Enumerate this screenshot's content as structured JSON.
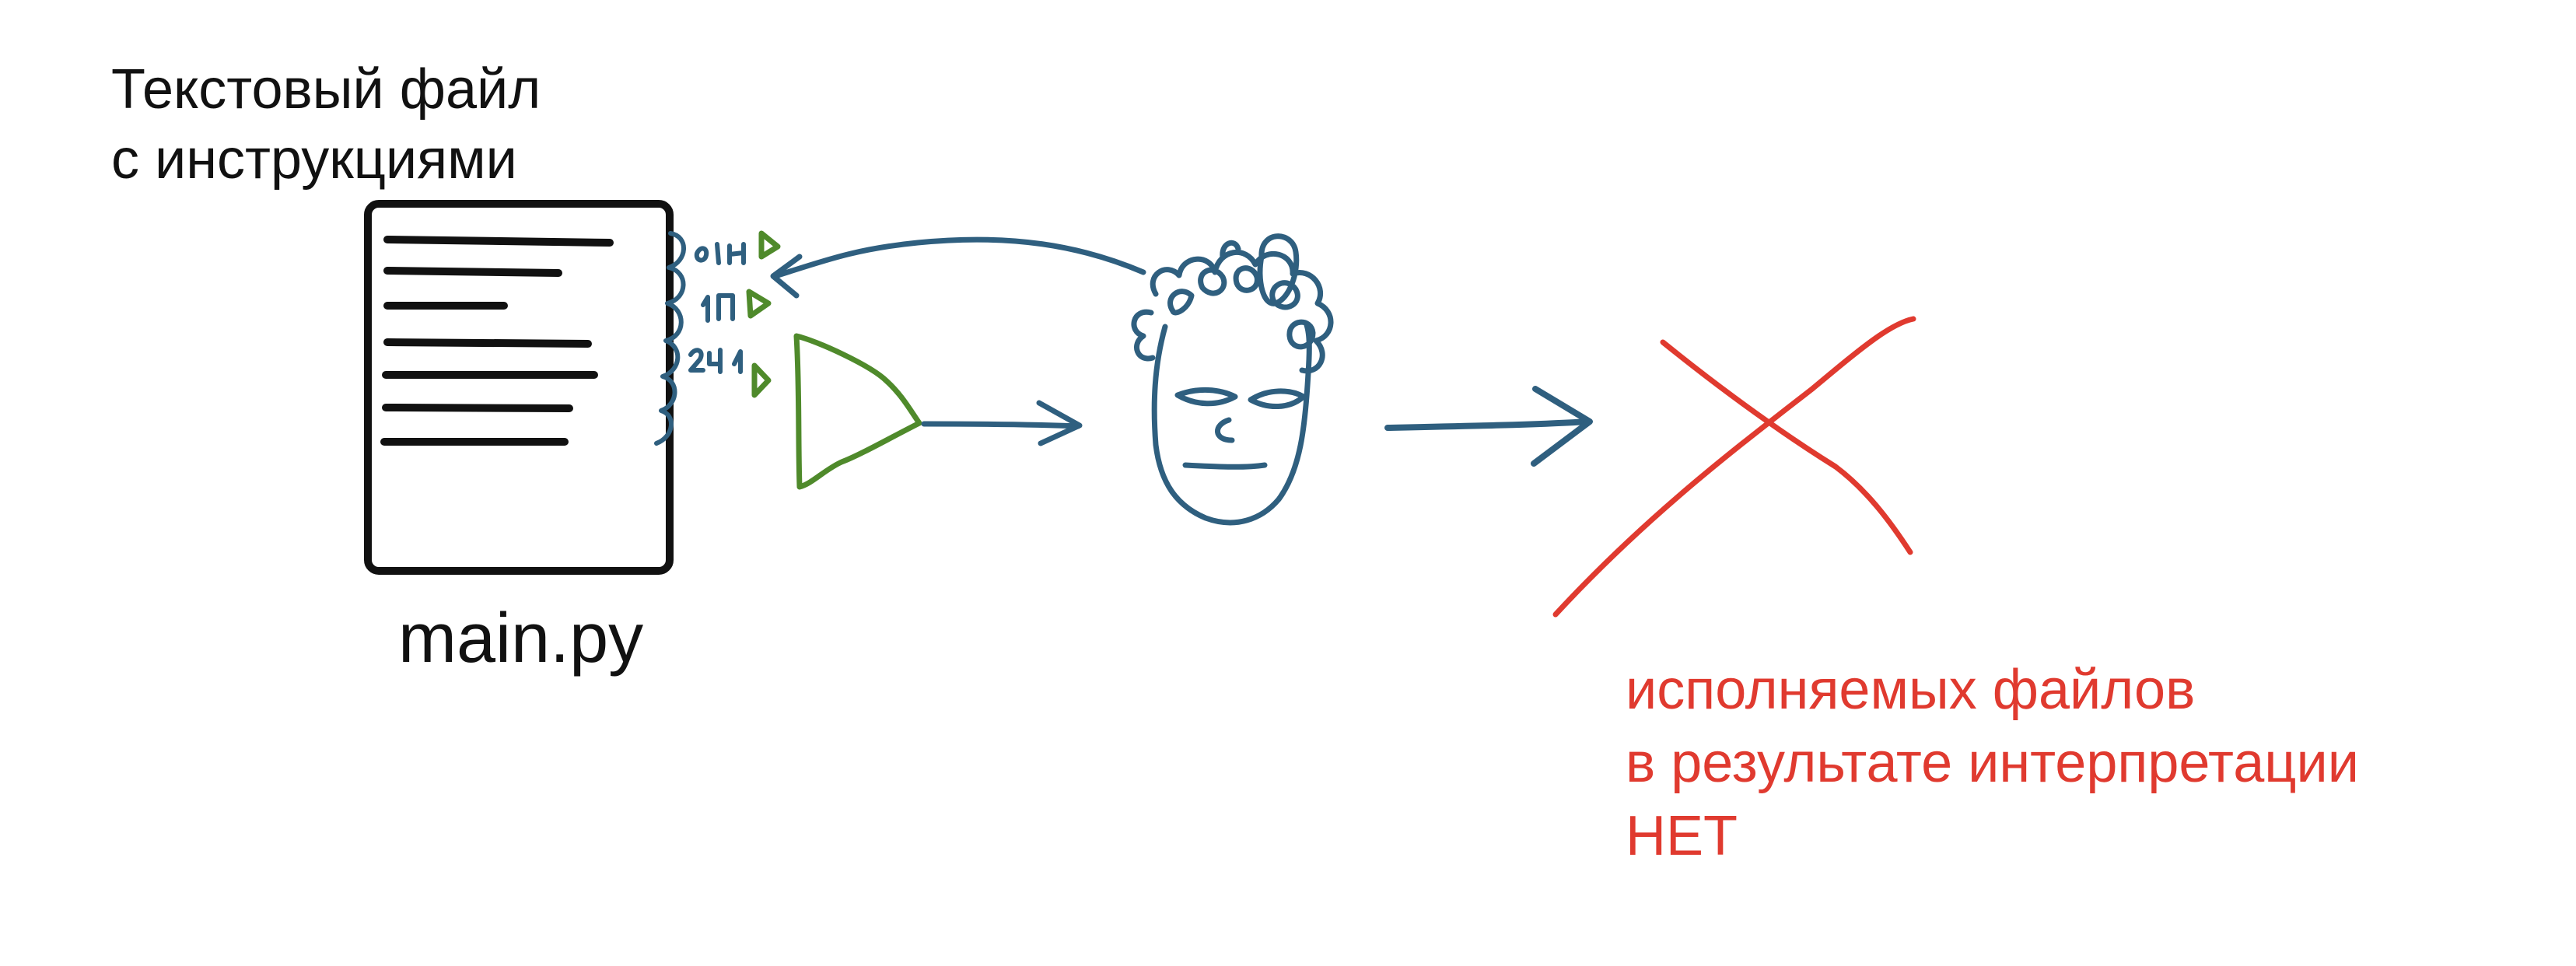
{
  "source_file": {
    "caption_lines": [
      "Текстовый файл",
      "с инструкциями"
    ],
    "filename": "main.py"
  },
  "bytecode_marks": [
    "01H",
    "1П",
    "2Ч1"
  ],
  "result": {
    "caption_lines": [
      "исполняемых файлов",
      "в результате интерпретации",
      "НЕТ"
    ]
  },
  "colors": {
    "text": "#111111",
    "document_stroke": "#111111",
    "interpreter_stroke": "#2f5f7f",
    "buffer_stroke": "#4f8a2b",
    "result_text": "#e03a2f",
    "cross_stroke": "#e03a2f"
  },
  "icons": {
    "document": "document-icon",
    "buffer": "triangle-buffer-icon",
    "interpreter": "interpreter-head-icon",
    "result": "cross-icon"
  }
}
